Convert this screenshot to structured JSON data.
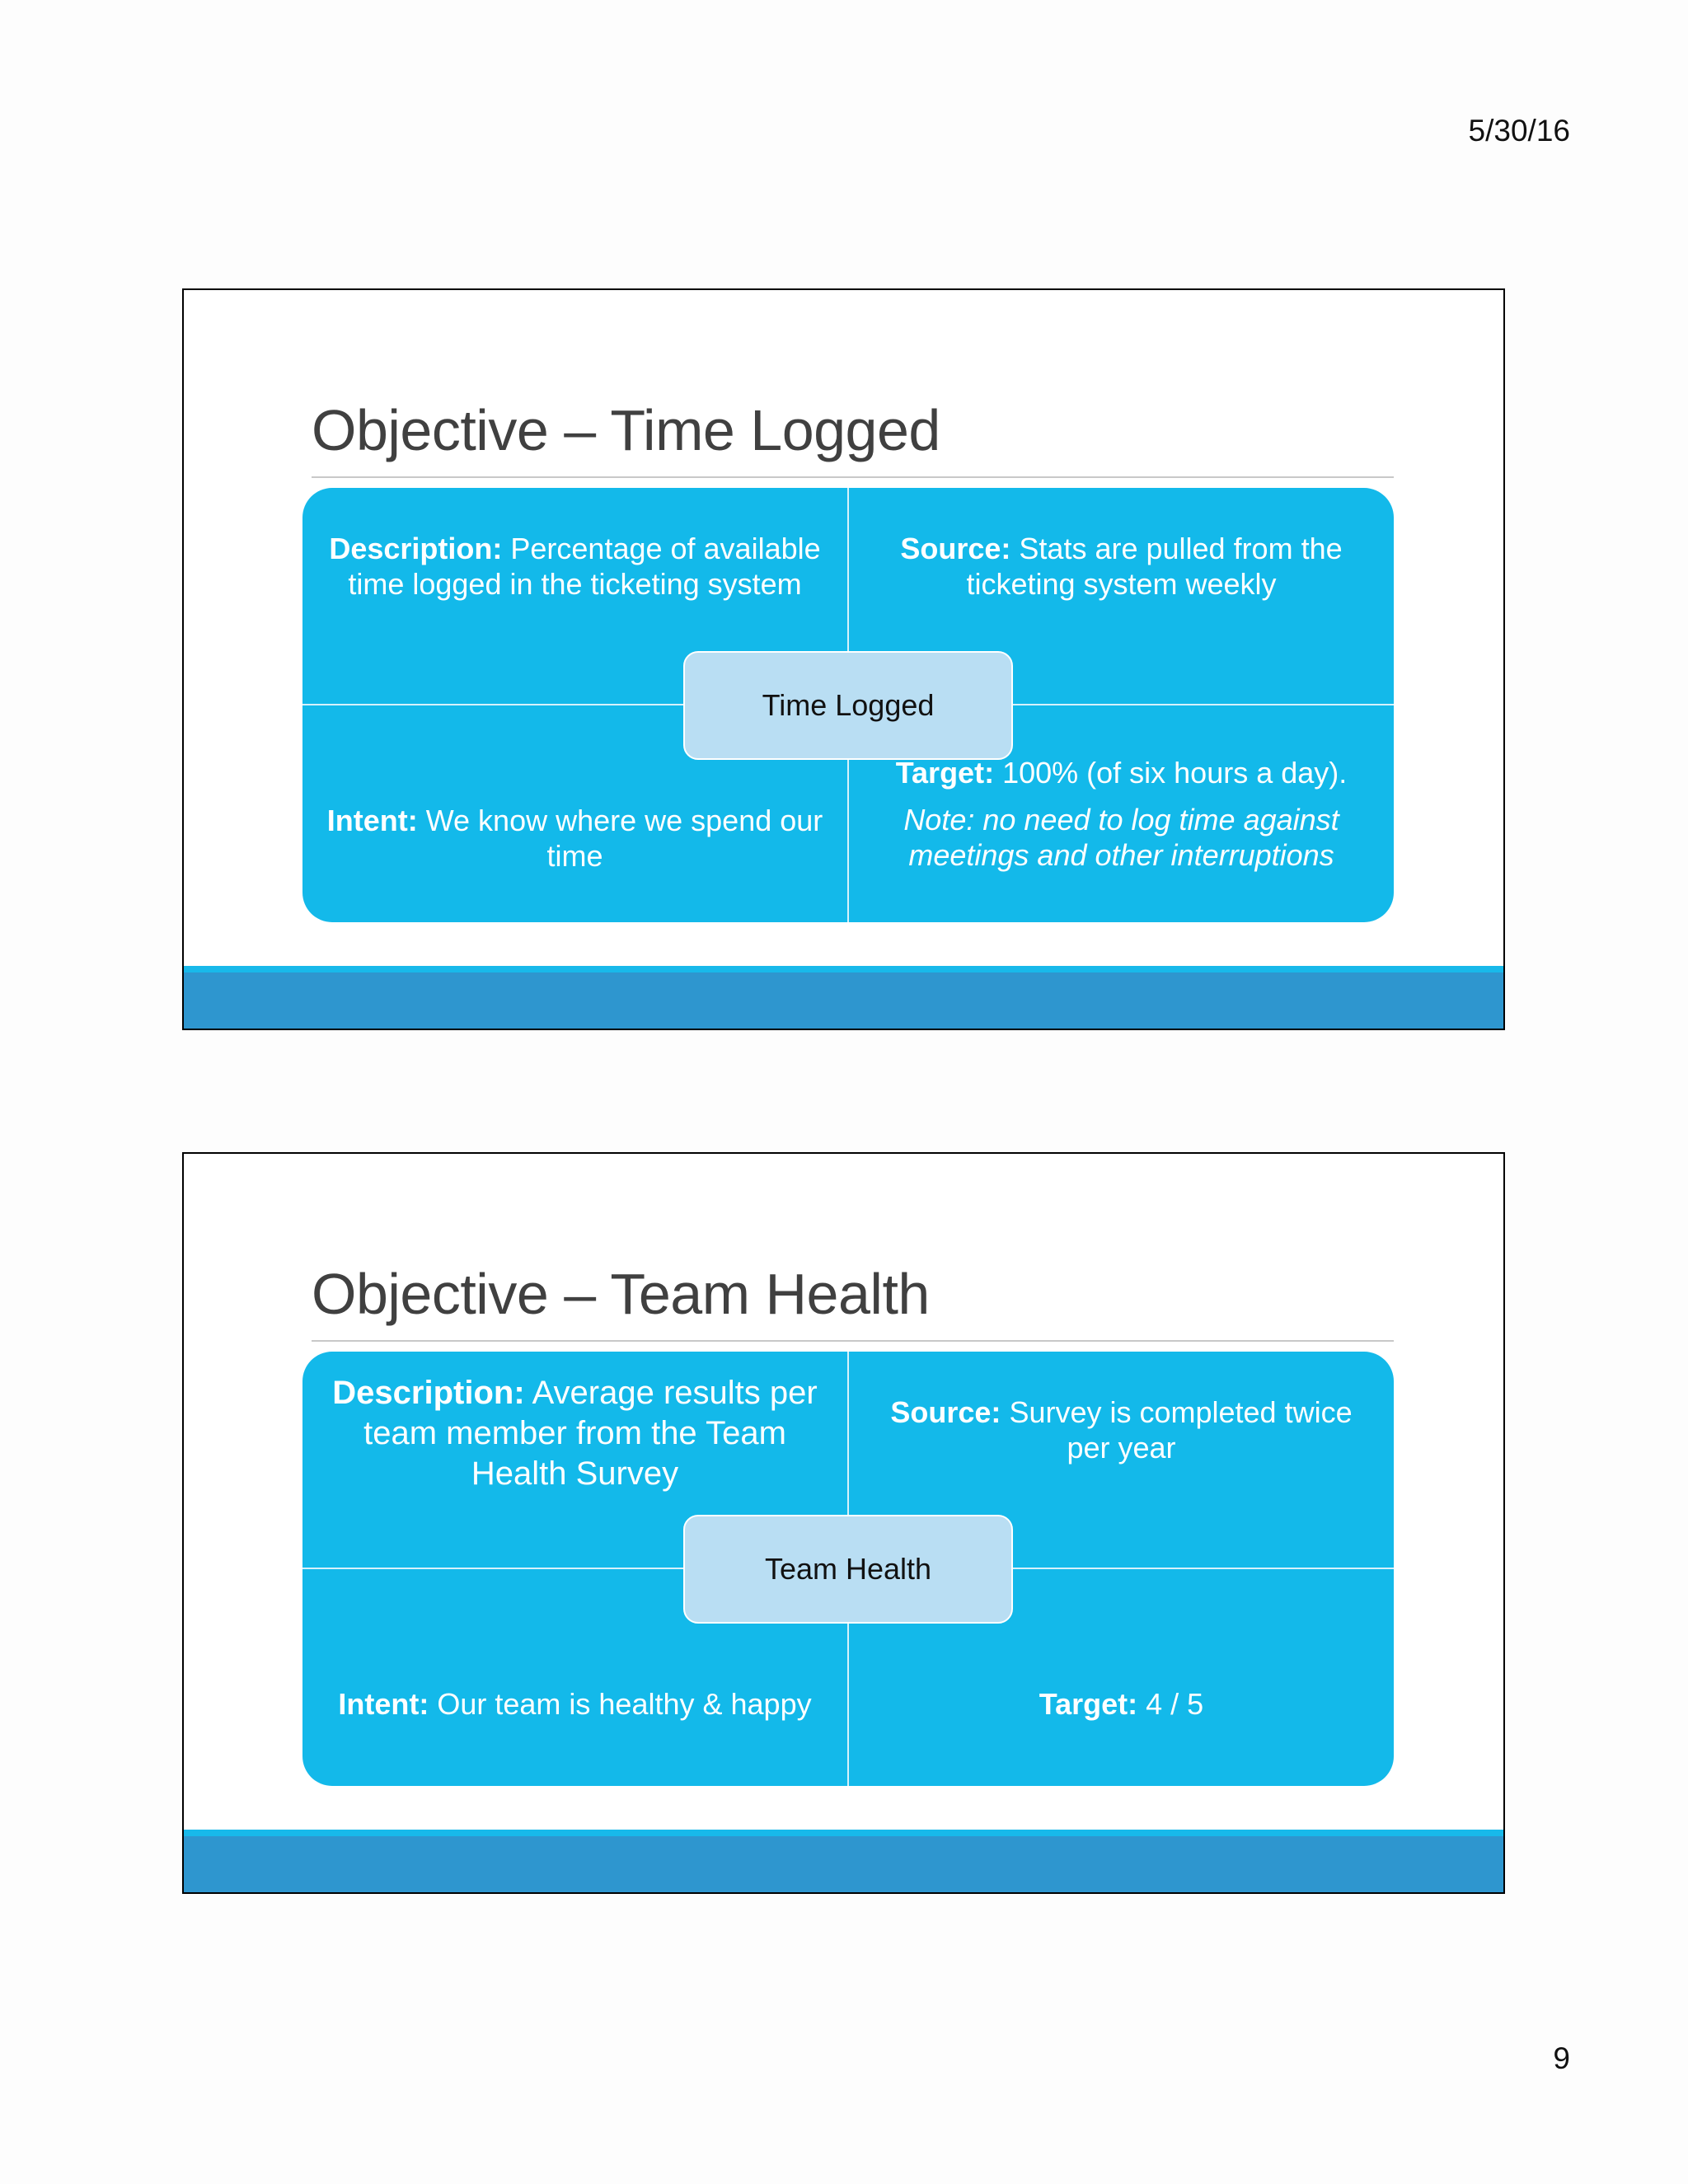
{
  "page": {
    "date": "5/30/16",
    "number": "9"
  },
  "slides": [
    {
      "title": "Objective – Time Logged",
      "center": "Time Logged",
      "description": {
        "label": "Description:",
        "text": " Percentage of available time logged in the ticketing system"
      },
      "source": {
        "label": "Source:",
        "text": " Stats are pulled from the ticketing system weekly"
      },
      "intent": {
        "label": "Intent:",
        "text": " We know where we spend our time"
      },
      "target": {
        "label": "Target:",
        "text": " 100% (of six hours a day).",
        "note": "Note: no need to log time against meetings and other interruptions"
      }
    },
    {
      "title": "Objective – Team Health",
      "center": "Team Health",
      "description": {
        "label": "Description:",
        "text": " Average results per team member from the Team Health Survey"
      },
      "source": {
        "label": "Source:",
        "text": " Survey is completed twice per year"
      },
      "intent": {
        "label": "Intent:",
        "text": " Our team is healthy & happy"
      },
      "target": {
        "label": "Target:",
        "text": " 4 / 5"
      }
    }
  ],
  "colors": {
    "quadrant_fill": "#13b9ea",
    "center_fill": "#b9def3",
    "footer_bar": "#2e96cf",
    "title_text": "#404040"
  }
}
